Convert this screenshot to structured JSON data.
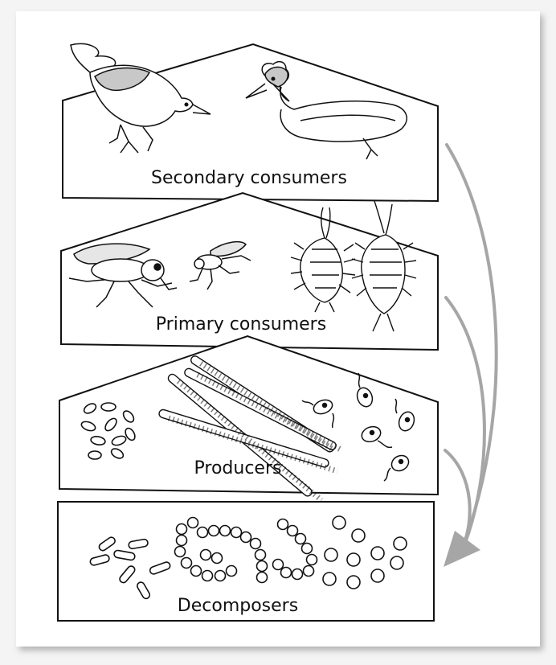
{
  "diagram": {
    "levels": [
      {
        "id": "secondary",
        "label": "Secondary consumers",
        "organisms": [
          "bird-icon",
          "grebe-icon"
        ]
      },
      {
        "id": "primary",
        "label": "Primary consumers",
        "organisms": [
          "fly-icon",
          "beetle-icon",
          "nymph-icon",
          "nymph-icon"
        ]
      },
      {
        "id": "producers",
        "label": "Producers",
        "organisms": [
          "diatom-icon",
          "filament-algae-icon",
          "euglena-icon"
        ]
      },
      {
        "id": "decomposers",
        "label": "Decomposers",
        "organisms": [
          "rod-bacteria-icon",
          "chain-bacteria-icon",
          "coccus-bacteria-icon"
        ]
      }
    ],
    "flow_arrows": [
      "secondary-to-decomposers",
      "primary-to-decomposers",
      "producers-to-decomposers"
    ],
    "colors": {
      "outline": "#111111",
      "arrow": "#a6a6a6",
      "fill": "#ffffff",
      "shadow": "#bdbdbd",
      "highlight": "#c8c8c8"
    }
  }
}
